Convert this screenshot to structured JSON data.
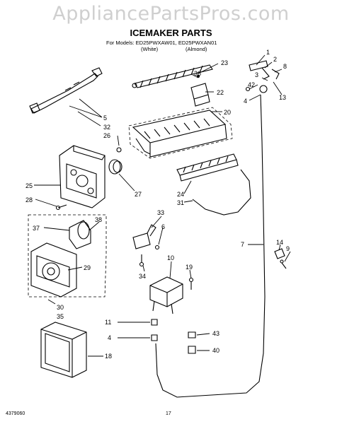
{
  "watermark": "AppliancePartsPros.com",
  "title": "ICEMAKER PARTS",
  "models_line": "For Models: ED25PWXAW01, ED25PWXAN01",
  "color_white": "(White)",
  "color_almond": "(Almond)",
  "doc_number": "4379060",
  "page_number": "17",
  "callouts": [
    "1",
    "2",
    "8",
    "3",
    "42",
    "13",
    "4",
    "23",
    "36",
    "22",
    "20",
    "5",
    "32",
    "26",
    "25",
    "27",
    "28",
    "24",
    "31",
    "33",
    "6",
    "37",
    "38",
    "29",
    "30",
    "35",
    "7",
    "14",
    "9",
    "34",
    "10",
    "19",
    "11",
    "4",
    "43",
    "40",
    "18"
  ]
}
